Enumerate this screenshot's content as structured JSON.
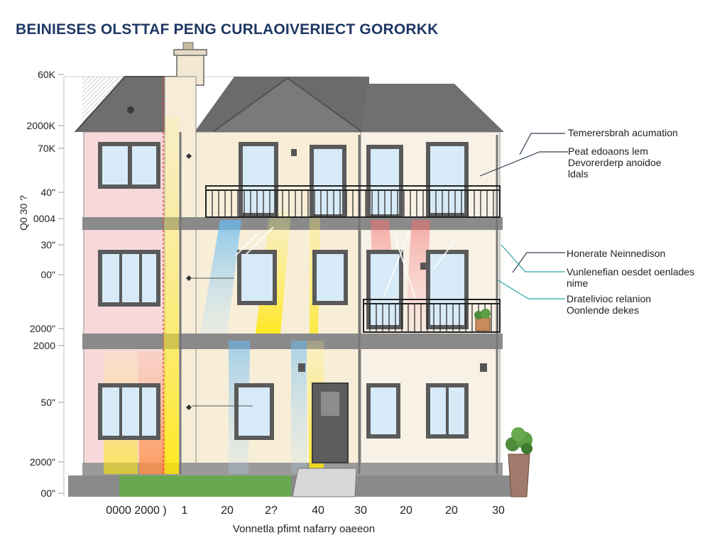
{
  "title": "BEINIESES OLSTTAF PENG CURLAOIVERIECT GORORKK",
  "y_axis": {
    "ticks": [
      "60K",
      "2000K",
      "70K",
      "40\"",
      "0004",
      "30\"",
      "00\"",
      "2000\"",
      "2000",
      "50\"",
      "2000\"",
      "00\""
    ],
    "side_label": "Q0 30 ?"
  },
  "x_axis": {
    "ticks": [
      "0000 2000 )",
      "1",
      "20",
      "2?",
      "40",
      "30",
      "20",
      "20",
      "30"
    ],
    "label": "Vonnetla pfimt nafarry oaeeon"
  },
  "annotations": [
    {
      "lines": [
        "Temerersbrah acumation"
      ]
    },
    {
      "lines": [
        "Peat edoaons lem",
        "Devorerderp anoidoe",
        "ldals"
      ]
    },
    {
      "lines": [
        "Honerate Neinnedison"
      ]
    },
    {
      "lines": [
        "Vunlenefian oesdet oenlades",
        "nime"
      ]
    },
    {
      "lines": [
        "Dratelivioc relanion",
        "Oonlende dekes"
      ]
    }
  ],
  "colors": {
    "title": "#1f3864",
    "roof": "#6e6e6e",
    "wall_left": "#f7d9dc",
    "wall_main": "#f8eed8",
    "leader_dark": "#2c3e50",
    "leader_teal": "#2aa7a7",
    "ground_green": "#6aa84f",
    "heat_yellow": "#ffe600",
    "heat_orange": "#ff8c42",
    "heat_blue": "#66b9f0",
    "heat_red": "#f26d6d"
  }
}
